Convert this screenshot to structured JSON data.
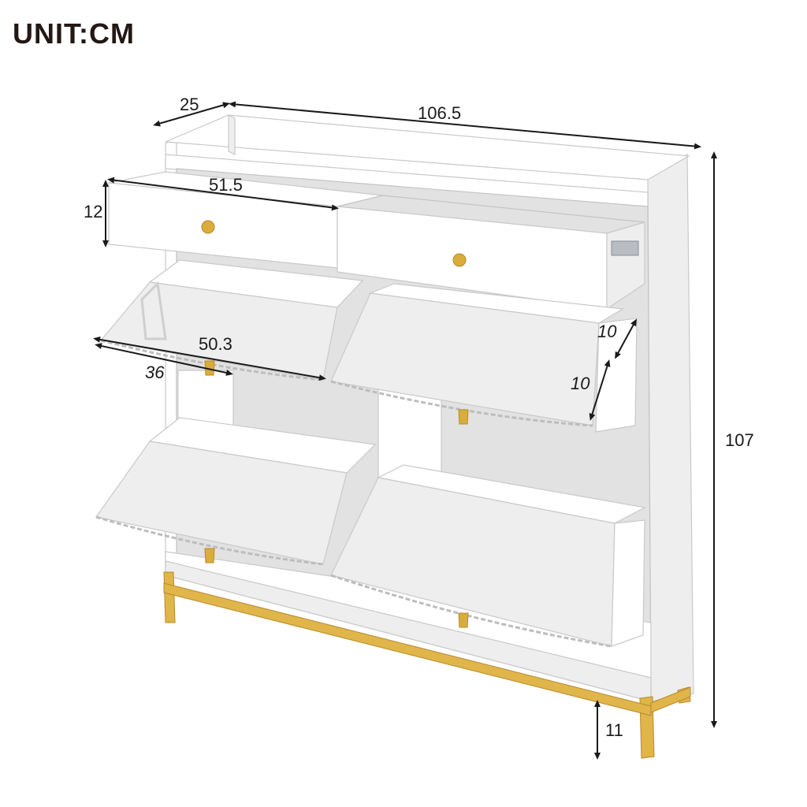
{
  "header": {
    "unit_label": "UNIT:CM"
  },
  "dimensions": {
    "depth": "25",
    "width": "106.5",
    "drawer_width": "51.5",
    "drawer_height": "12",
    "flap_width": "50.3",
    "flap_inner": "36",
    "flap_depth_a": "10",
    "flap_depth_b": "10",
    "total_height": "107",
    "leg_height": "11"
  },
  "colors": {
    "cabinet": "#ffffff",
    "outline": "#c9c9c9",
    "gold_hardware": "#d9ad3c",
    "text": "#231815"
  }
}
